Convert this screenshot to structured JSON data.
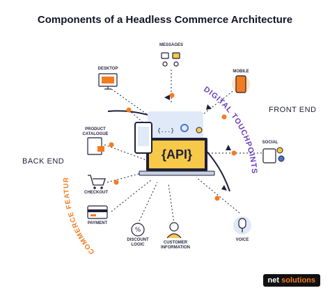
{
  "title": "Components of a Headless Commerce Architecture",
  "sections": {
    "front_end": "FRONT END",
    "back_end": "BACK END",
    "digital_touchpoints": "DIGITAL TOUCHPOINTS",
    "commerce_features": "COMMERCE FEATURES"
  },
  "center": {
    "api_label": "{API}",
    "code_glyph": "{...}"
  },
  "touchpoints": [
    {
      "id": "messages",
      "label": "MESSAGES"
    },
    {
      "id": "desktop",
      "label": "DESKTOP"
    },
    {
      "id": "mobile",
      "label": "MOBILE"
    },
    {
      "id": "social",
      "label": "SOCIAL"
    },
    {
      "id": "voice",
      "label": "VOICE"
    }
  ],
  "features": [
    {
      "id": "product-catalogue",
      "label_lines": [
        "PRODUCT",
        "CATALOGUE"
      ]
    },
    {
      "id": "checkout",
      "label_lines": [
        "CHECKOUT"
      ]
    },
    {
      "id": "payment",
      "label_lines": [
        "PAYMENT"
      ]
    },
    {
      "id": "discount-logic",
      "label_lines": [
        "DISCOUNT",
        "LOGIC"
      ]
    },
    {
      "id": "customer-information",
      "label_lines": [
        "CUSTOMER",
        "INFORMATION"
      ]
    }
  ],
  "brand": {
    "prefix": "net",
    "suffix": "solutions"
  },
  "colors": {
    "navy": "#1f1f3a",
    "orange": "#f47b20",
    "purple": "#6a3fbf",
    "yellow": "#f7c948",
    "lightblue": "#dfe9f7"
  }
}
